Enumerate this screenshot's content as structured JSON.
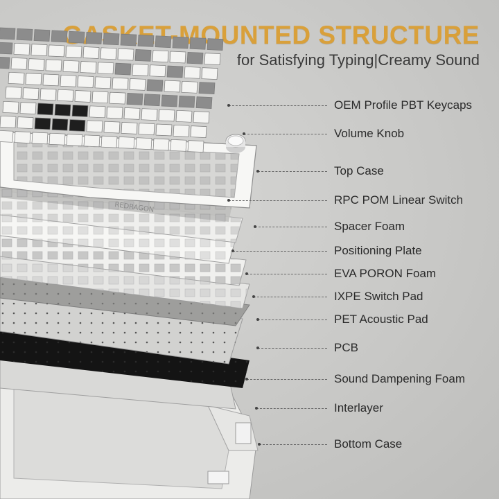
{
  "header": {
    "title": "GASKET-MOUNTED STRUCTURE",
    "subtitle": "for Satisfying Typing|Creamy Sound"
  },
  "brand_mark": "REDRAGON",
  "layers": [
    {
      "label": "OEM Profile PBT Keycaps"
    },
    {
      "label": "Volume Knob"
    },
    {
      "label": "Top Case"
    },
    {
      "label": "RPC POM Linear Switch"
    },
    {
      "label": "Spacer Foam"
    },
    {
      "label": "Positioning Plate"
    },
    {
      "label": "EVA PORON Foam"
    },
    {
      "label": "IXPE Switch Pad"
    },
    {
      "label": "PET Acoustic Pad"
    },
    {
      "label": "PCB"
    },
    {
      "label": "Sound Dampening Foam"
    },
    {
      "label": "Interlayer"
    },
    {
      "label": "Bottom Case"
    }
  ],
  "colors": {
    "title": "#d9a03a",
    "text": "#2a2a2a",
    "keycap_white": "#f4f4f2",
    "keycap_grey": "#8c8c8c",
    "keycap_black": "#1e1e1e",
    "foam_black": "#141414",
    "pcb_grey": "#cfcfcf"
  }
}
